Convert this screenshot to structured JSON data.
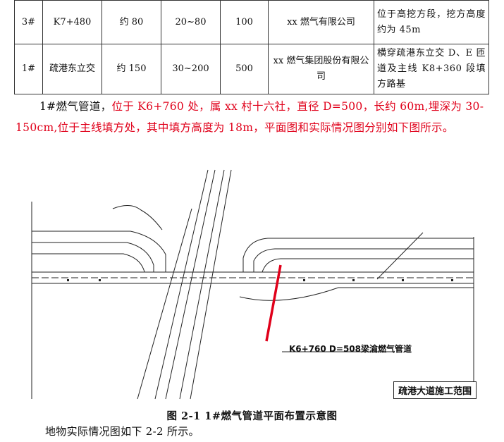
{
  "table": {
    "rows": [
      [
        "3#",
        "K7+480",
        "约 80",
        "20~80",
        "100",
        "xx 燃气有限公司",
        "位于高挖方段，挖方高度约为 45m"
      ],
      [
        "1#",
        "疏港东立交",
        "约 150",
        "30~200",
        "500",
        "xx 燃气集团股份有限公司",
        "横穿疏港东立交 D、E 匝道及主线 K8+360 段填方路基"
      ]
    ]
  },
  "paragraph": {
    "lead": "1#燃气管道，",
    "detail": "位于 K6+760 处，属 xx 村十六社，直径 D=500，长约 60m,埋深为 30-150cm,位于主线填方处，其中填方高度为 18m，平面图和实际情况图分别如下图所示。"
  },
  "figure": {
    "range_label": "疏港大道施工范围",
    "pipe_label": "K6+760 D=508梁渝燃气管道",
    "caption": "图 2-1   1#燃气管道平面布置示意图",
    "colors": {
      "pipe": "#e0001a",
      "lines": "#222222"
    }
  },
  "footer": "地物实际情况图如下 2-2 所示。"
}
